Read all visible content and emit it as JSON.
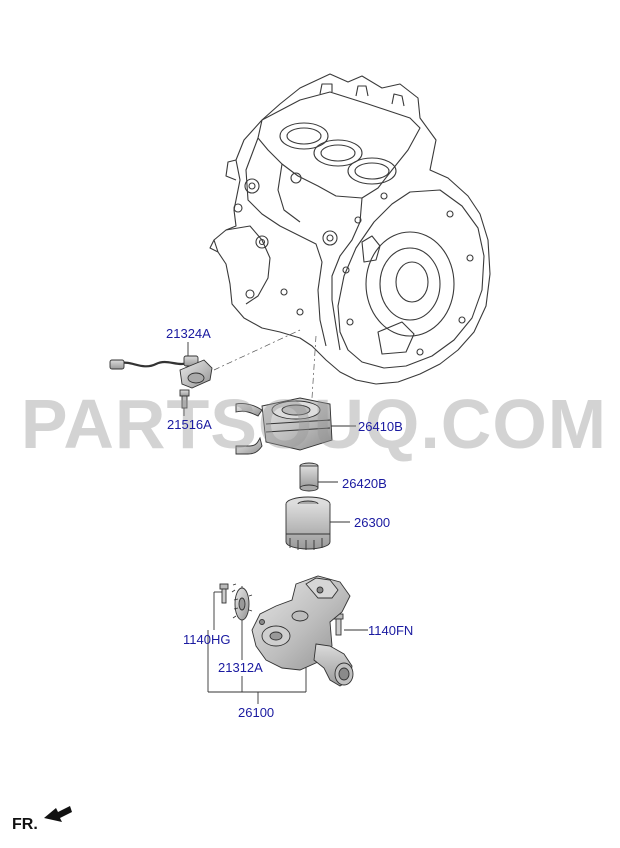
{
  "labels": {
    "sensor_assy": "21324A",
    "bolt_sensor": "21516A",
    "oil_cooler": "26410B",
    "cooler_fitting": "26420B",
    "oil_filter": "26300",
    "bolt_1140hg": "1140HG",
    "bolt_1140fn": "1140FN",
    "sprocket": "21312A",
    "oil_pump_assy": "26100"
  },
  "watermark": "PARTSOUQ.COM",
  "direction_indicator": "FR.",
  "colors": {
    "label_text": "#1a1aa0",
    "line_art": "#333333",
    "watermark": "#969696",
    "part_fill": "#c9c9c9"
  }
}
